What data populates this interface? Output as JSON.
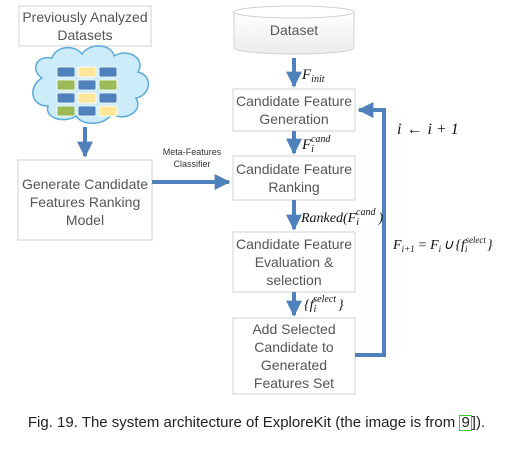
{
  "diagram": {
    "nodes": {
      "previously_analyzed": [
        "Previously Analyzed",
        "Datasets"
      ],
      "dataset": [
        "Dataset"
      ],
      "candidate_generation": [
        "Candidate Feature",
        "Generation"
      ],
      "candidate_ranking": [
        "Candidate Feature",
        "Ranking"
      ],
      "evaluation_selection": [
        "Candidate Feature",
        "Evaluation &",
        "selection"
      ],
      "add_selected": [
        "Add Selected",
        "Candidate to",
        "Generated",
        "Features Set"
      ],
      "generate_model": [
        "Generate Candidate",
        "Features Ranking",
        "Model"
      ]
    },
    "edge_labels": {
      "meta_classifier": [
        "Meta-Features",
        "Classifier"
      ],
      "f_init": {
        "main": "F",
        "sub": "init"
      },
      "f_cand": {
        "main": "F",
        "sub": "i",
        "sup": "cand"
      },
      "ranked": {
        "fn": "Ranked",
        "main": "F",
        "sub": "i",
        "sup": "cand"
      },
      "f_select": {
        "main": "f",
        "sub": "i",
        "sup": "select"
      },
      "loop_increment": {
        "lhs": "i",
        "arrow": "←",
        "rhs": "i + 1"
      },
      "loop_update": {
        "lhs": "F",
        "lhs_sub": "i+1",
        "eq": "=",
        "rhs": "F",
        "rhs_sub": "i",
        "union": "∪",
        "set": "f",
        "set_sub": "i",
        "set_sup": "select"
      }
    },
    "colors": {
      "arrow": "#4f81bd",
      "box_border": "#d0d0d0",
      "cell_blue": "#4f81bd",
      "cell_green": "#9bbb59",
      "cell_yellow": "#ffe699",
      "cloud_fill": "#ccecfa",
      "cloud_stroke": "#5aa9dd"
    }
  },
  "caption": {
    "prefix": "Fig. 19. The system architecture of ExploreKit (the image is from ",
    "ref": "9",
    "suffix": "])."
  }
}
